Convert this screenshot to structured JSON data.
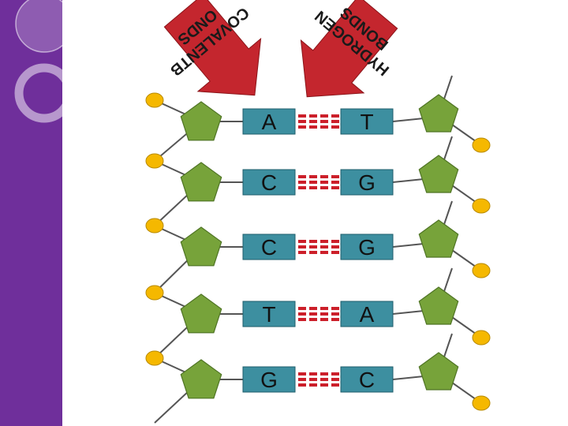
{
  "labels": {
    "covalent_line1": "COVALENTB",
    "covalent_line2": "ONDS",
    "hydrogen_line1": "HYDROGEN",
    "hydrogen_line2": "BONDS"
  },
  "base_pairs": [
    {
      "left": "A",
      "right": "T"
    },
    {
      "left": "C",
      "right": "G"
    },
    {
      "left": "C",
      "right": "G"
    },
    {
      "left": "T",
      "right": "A"
    },
    {
      "left": "G",
      "right": "C"
    }
  ],
  "colors": {
    "sidebar": "#6f2f9b",
    "sugar": "#77a33a",
    "phosphate": "#f5b800",
    "base_box": "#3d8fa0",
    "hbond": "#cc1f2a",
    "arrow": "#c4262e",
    "arrow_text": "#1a1a1a"
  },
  "icons": {
    "sugar": "pentagon-icon",
    "phosphate": "circle-icon",
    "arrow": "arrow-down-icon"
  }
}
